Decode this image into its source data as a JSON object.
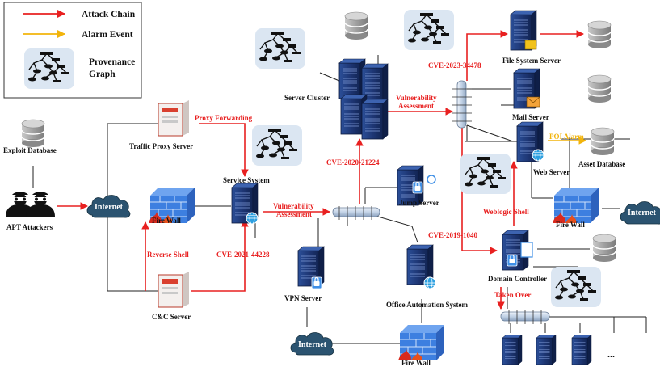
{
  "legend": {
    "attack_chain": "Attack Chain",
    "alarm_event": "Alarm Event",
    "provenance_line1": "Provenance",
    "provenance_line2": "Graph"
  },
  "nodes": {
    "exploit_database": "Exploit Database",
    "apt_attackers": "APT Attackers",
    "internet_main": "Internet",
    "traffic_proxy_server": "Traffic Proxy Server",
    "fire_wall_main": "Fire Wall",
    "cc_server": "C&C Server",
    "service_system": "Service System",
    "server_cluster": "Server Cluster",
    "jump_server": "Jump Server",
    "vpn_server": "VPN Server",
    "office_automation_system": "Office Automation System",
    "internet_bottom": "Internet",
    "fire_wall_bottom": "Fire Wall",
    "file_system_server": "File System Server",
    "mail_server": "Mail Server",
    "web_server": "Web Server",
    "asset_database": "Asset Database",
    "fire_wall_right": "Fire Wall",
    "internet_right": "Internet",
    "domain_controller": "Domain Controller",
    "ellipsis": "..."
  },
  "edges": {
    "proxy_forwarding": "Proxy Forwarding",
    "reverse_shell": "Reverse Shell",
    "cve_2021_44228": "CVE-2021-44228",
    "vuln_assessment_1_line1": "Vulnerability",
    "vuln_assessment_1_line2": "Assessment",
    "cve_2020_21224": "CVE-2020-21224",
    "vuln_assessment_2_line1": "Vulnerability",
    "vuln_assessment_2_line2": "Assessment",
    "cve_2023_34478": "CVE-2023-34478",
    "poi_alarm": "POI Alarm",
    "weblogic_shell": "Weblogic Shell",
    "cve_2019_1040": "CVE-2019-1040",
    "taken_over": "Taken Over"
  },
  "colors": {
    "attack": "#e82020",
    "alarm": "#f2b40c",
    "server": "#1f3a7a",
    "firewall": "#3d7fe0",
    "firewall_flame": "#d92a1e",
    "cloud": "#2b5370",
    "database": "#a8a8a8",
    "provenance_bg": "#dbe6f2",
    "bus": "#c9d6e6"
  },
  "icons": [
    "server-icon",
    "database-icon",
    "firewall-icon",
    "cloud-icon",
    "hacker-icon",
    "provenance-graph-icon",
    "globe-icon",
    "lock-icon",
    "mail-icon",
    "folder-icon"
  ]
}
